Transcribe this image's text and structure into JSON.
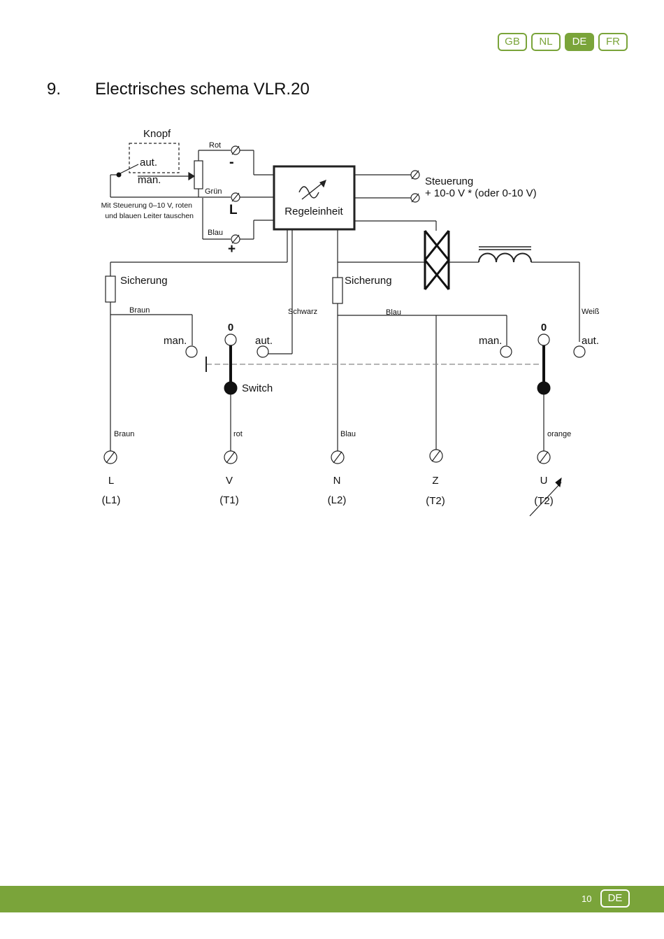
{
  "languages": [
    {
      "code": "GB",
      "active": false
    },
    {
      "code": "NL",
      "active": false
    },
    {
      "code": "DE",
      "active": true
    },
    {
      "code": "FR",
      "active": false
    }
  ],
  "heading": {
    "number": "9.",
    "title": "Electrisches schema VLR.20"
  },
  "diagram": {
    "knopf": "Knopf",
    "aut": "aut.",
    "man": "man.",
    "rot": "Rot",
    "gruen": "Grün",
    "blau_upper": "Blau",
    "minus": "-",
    "l_terminal": "L",
    "plus": "+",
    "note_line1": "Mit Steuerung 0–10 V, roten",
    "note_line2": "und blauen Leiter tauschen",
    "regeleinheit": "Regeleinheit",
    "steuerung": "Steuerung",
    "steuerung_range": "+ 10-0 V * (oder 0-10 V)",
    "sicherung_left": "Sicherung",
    "sicherung_right": "Sicherung",
    "braun_top": "Braun",
    "schwarz": "Schwarz",
    "blau_mid": "Blau",
    "weiss": "Weiß",
    "man_left": "man.",
    "zero_left": "0",
    "aut_left": "aut.",
    "man_right": "man.",
    "zero_right": "0",
    "aut_right": "aut.",
    "switch": "Switch",
    "braun_bottom": "Braun",
    "rot_bottom": "rot",
    "blau_bottom": "Blau",
    "orange": "orange",
    "terminals": [
      {
        "letter": "L",
        "code": "(L1)"
      },
      {
        "letter": "V",
        "code": "(T1)"
      },
      {
        "letter": "N",
        "code": "(L2)"
      },
      {
        "letter": "Z",
        "code": "(T2)"
      },
      {
        "letter": "U",
        "code": "(T2)"
      }
    ]
  },
  "footer": {
    "page": "10",
    "lang": "DE"
  },
  "colors": {
    "accent": "#7aa43a"
  }
}
